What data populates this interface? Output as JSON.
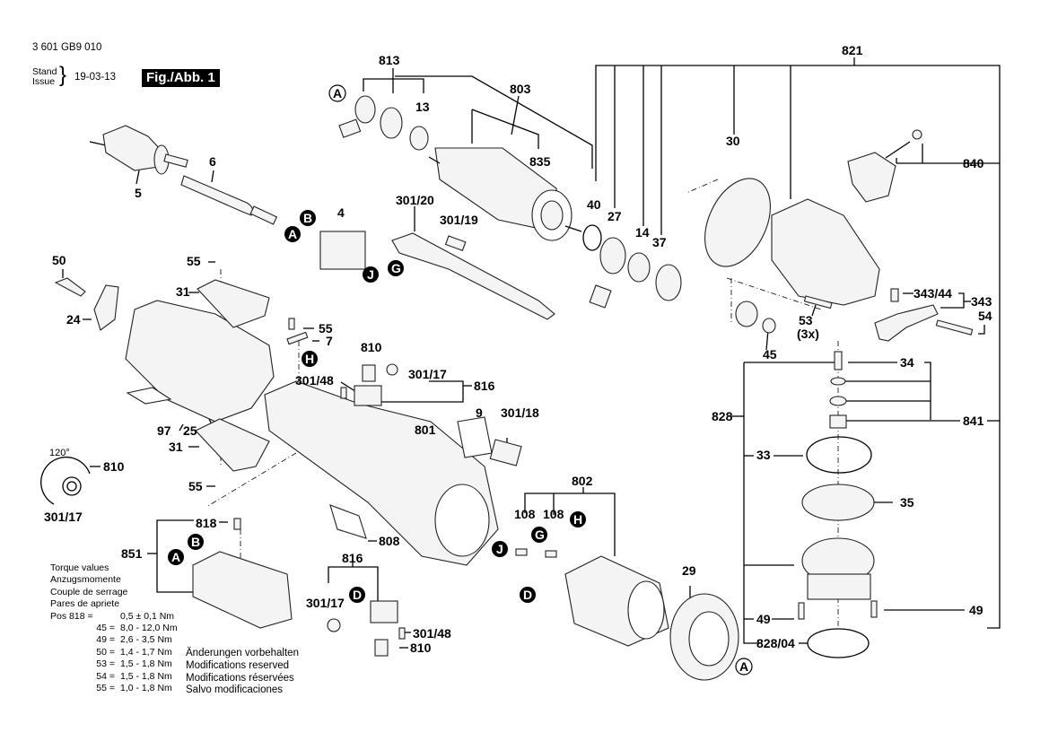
{
  "header": {
    "document_number": "3 601 GB9 010",
    "stand_label": "Stand",
    "issue_label": "Issue",
    "issue_date": "19-03-13",
    "figure_label": "Fig./Abb. 1"
  },
  "torque_table": {
    "titles": [
      "Torque values",
      "Anzugsmomente",
      "Couple de serrage",
      "Pares de apriete"
    ],
    "rows": [
      {
        "pos": "Pos 818 =",
        "value": "0,5 ± 0,1 Nm"
      },
      {
        "pos": "45 =",
        "value": "8,0 - 12,0 Nm"
      },
      {
        "pos": "49 =",
        "value": "2,6 - 3,5 Nm"
      },
      {
        "pos": "50 =",
        "value": "1,4 - 1,7 Nm"
      },
      {
        "pos": "53 =",
        "value": "1,5 - 1,8 Nm"
      },
      {
        "pos": "54 =",
        "value": "1,5 - 1,8 Nm"
      },
      {
        "pos": "55 =",
        "value": "1,0 - 1,8 Nm"
      }
    ]
  },
  "notes": [
    "Änderungen vorbehalten",
    "Modifications reserved",
    "Modifications réservées",
    "Salvo modificaciones"
  ],
  "part_labels": {
    "p813": "813",
    "p803": "803",
    "p13": "13",
    "p835": "835",
    "p821": "821",
    "p30": "30",
    "p840": "840",
    "p40": "40",
    "p27": "27",
    "p14": "14",
    "p37": "37",
    "p6": "6",
    "p5": "5",
    "p4": "4",
    "p301_20": "301/20",
    "p301_19": "301/19",
    "p50": "50",
    "p55a": "55",
    "p31a": "31",
    "p24": "24",
    "p55b": "55",
    "p7": "7",
    "p810a": "810",
    "p301_48a": "301/48",
    "p301_17a": "301/17",
    "p816a": "816",
    "p97": "97",
    "p25": "25",
    "p801": "801",
    "p9": "9",
    "p301_18": "301/18",
    "p31b": "31",
    "p810b": "810",
    "p55c": "55",
    "p301_17b": "301/17",
    "p angle": "120°",
    "p818": "818",
    "p851": "851",
    "p808": "808",
    "p802": "802",
    "p108a": "108",
    "p108b": "108",
    "p816b": "816",
    "p301_17c": "301/17",
    "p301_48b": "301/48",
    "p810c": "810",
    "p29": "29",
    "p343_44": "343/44",
    "p343": "343",
    "p53": "53",
    "p3x": "(3x)",
    "p54": "54",
    "p45": "45",
    "p34": "34",
    "p828": "828",
    "p841": "841",
    "p33": "33",
    "p35": "35",
    "p49a": "49",
    "p49b": "49",
    "p828_04": "828/04"
  },
  "callouts": {
    "A": "A",
    "B": "B",
    "D": "D",
    "G": "G",
    "H": "H",
    "J": "J"
  }
}
